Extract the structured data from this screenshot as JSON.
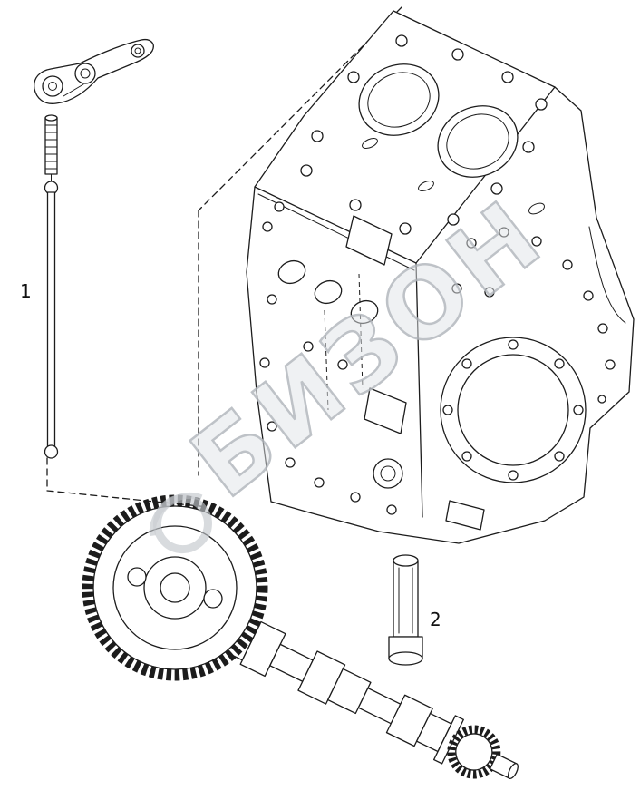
{
  "diagram": {
    "watermark_text": "БИЗОН",
    "part_labels": {
      "part1": "1",
      "part2": "2"
    },
    "colors": {
      "line": "#1c1c1c",
      "watermark": "#c3c7cc",
      "background": "#ffffff"
    }
  }
}
